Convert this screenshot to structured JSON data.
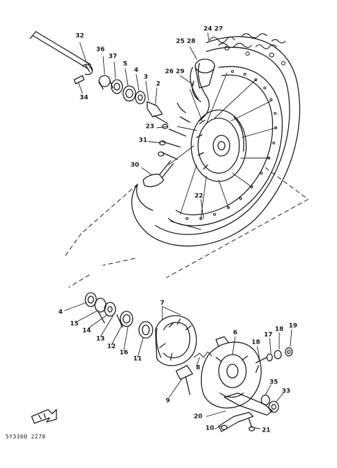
{
  "diagram": {
    "code": "5Y3300 2270",
    "labels": [
      "32",
      "36",
      "37",
      "5",
      "4",
      "3",
      "2",
      "34",
      "24 27",
      "25 28",
      "26 29",
      "23",
      "31",
      "30",
      "22",
      "4",
      "15",
      "14",
      "13",
      "12",
      "16",
      "11",
      "7",
      "6",
      "8",
      "9",
      "18",
      "17",
      "18",
      "19",
      "35",
      "33",
      "20",
      "10",
      "21"
    ]
  }
}
